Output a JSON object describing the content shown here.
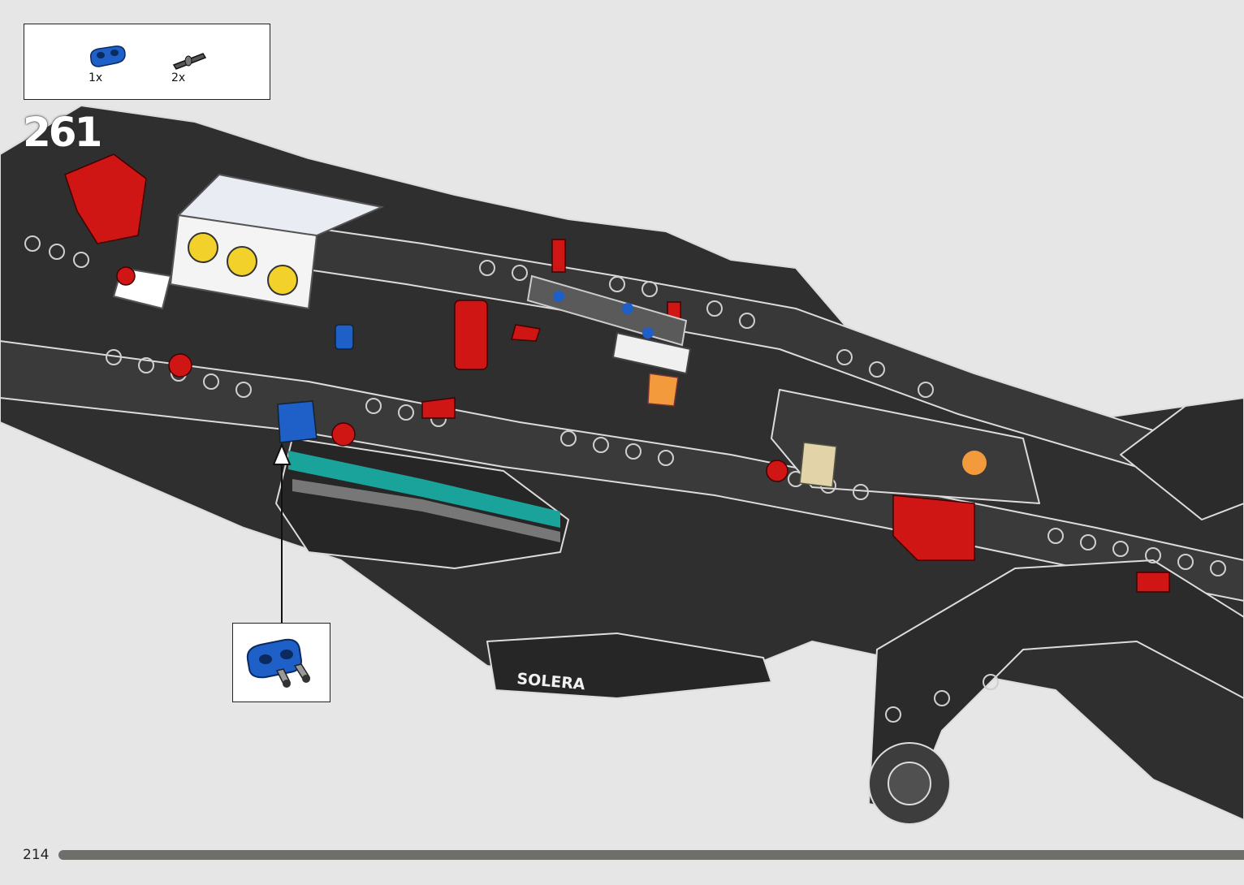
{
  "step": {
    "number": "261"
  },
  "parts_list": {
    "items": [
      {
        "icon": "blue-axle-pin-connector-icon",
        "qty": "1x",
        "color": "#1e5fc8"
      },
      {
        "icon": "dark-grey-axle-pin-icon",
        "qty": "2x",
        "color": "#555555"
      }
    ]
  },
  "model": {
    "decal_text": "SOLERA",
    "accent_colors": {
      "frame": "#2f2f2f",
      "red": "#d01515",
      "blue": "#1e5fc8",
      "yellow": "#f2d22a",
      "teal": "#1aa39a",
      "orange": "#f39a3c"
    }
  },
  "callout": {
    "icon": "blue-connector-with-pins-icon"
  },
  "footer": {
    "page_number": "214",
    "progress": 1.0
  }
}
